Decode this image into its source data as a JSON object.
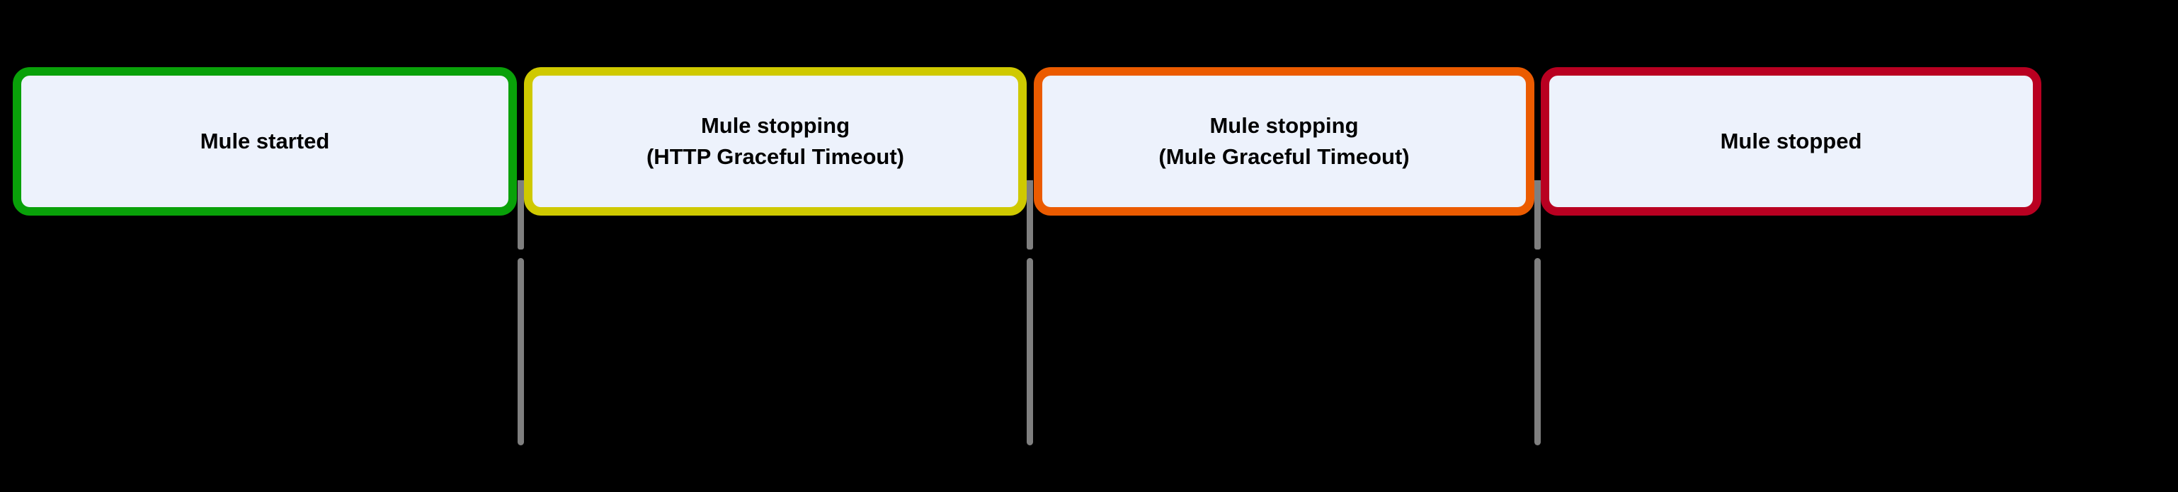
{
  "diagram": {
    "background_color": "#000000",
    "box_fill_color": "#EDF2FC",
    "label_color": "#000000",
    "connector_color": "#7F7F7F",
    "stages": [
      {
        "line1": "Mule started",
        "line2": "",
        "border_color": "#09A109"
      },
      {
        "line1": "Mule stopping",
        "line2": "(HTTP Graceful Timeout)",
        "border_color": "#CFC900"
      },
      {
        "line1": "Mule stopping",
        "line2": "(Mule Graceful Timeout)",
        "border_color": "#EB5B00"
      },
      {
        "line1": "Mule stopped",
        "line2": "",
        "border_color": "#B90021"
      }
    ]
  }
}
